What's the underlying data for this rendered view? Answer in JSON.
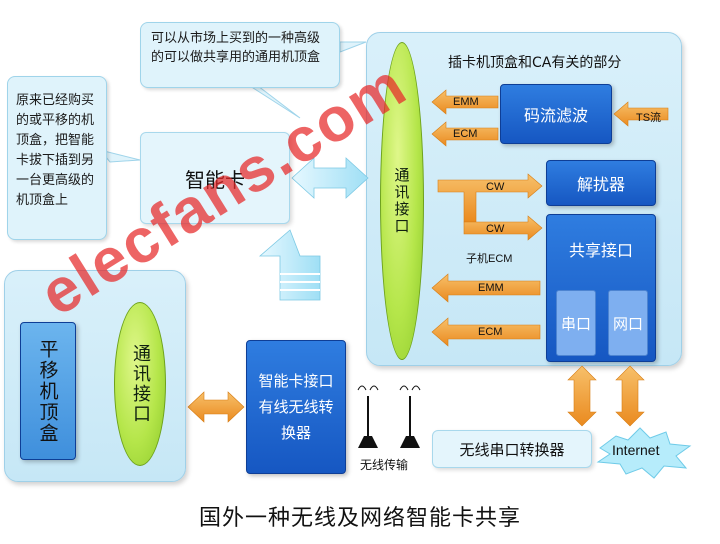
{
  "notes": {
    "market_note": "可以从市场上买到的一种高级的可以做共享用的通用机顶盒",
    "reuse_note": "原来已经购买的或平移的机顶盒，把智能卡拔下插到另一台更高级的机顶盒上"
  },
  "card_stb": {
    "title": "插卡机顶盒和CA有关的部分",
    "comm_interface": "通讯接口",
    "stream_filter": "码流滤波",
    "descrambler": "解扰器",
    "shared_interface": "共享接口",
    "serial_port": "串口",
    "network_port": "网口"
  },
  "arrows": {
    "emm_top": "EMM",
    "ecm_top": "ECM",
    "ts_stream": "TS流",
    "cw_1": "CW",
    "cw_2": "CW",
    "sub_ecm": "子机ECM",
    "emm_bottom": "EMM",
    "ecm_bottom": "ECM"
  },
  "smart_card": "智能卡",
  "translated_stb": {
    "title": "平移机顶盒",
    "comm_interface": "通讯接口"
  },
  "converter": "智能卡接口有线无线转换器",
  "wireless_label": "无线传输",
  "wireless_serial": "无线串口转换器",
  "internet": "Internet",
  "caption": "国外一种无线及网络智能卡共享",
  "watermark": "elecfans.com",
  "colors": {
    "accent_blue": "#1f66d1",
    "arrow_orange": "#f3a03a",
    "ellipse_green": "#b5e64a",
    "panel_bg": "#cfeaf7",
    "watermark_red": "#e62828"
  }
}
